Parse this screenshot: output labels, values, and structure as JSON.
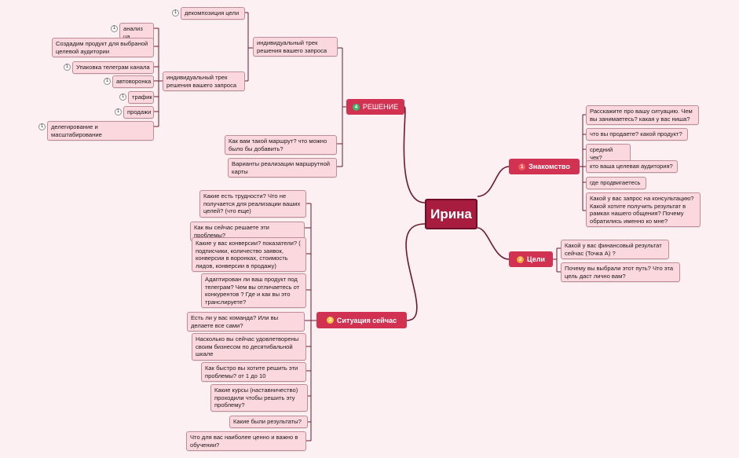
{
  "root": {
    "label": "Ирина"
  },
  "colors": {
    "line": "#6b1a2c",
    "root_fill": "#a71c3f",
    "topic_fill": "#d13252",
    "node_fill": "#fbd7de",
    "background": "#fcf0f3"
  },
  "topics": {
    "acquaintance": {
      "label": "Знакомство",
      "badge": "1",
      "badge_color": "#f25a5a",
      "badge_icon": "number-circle-icon"
    },
    "goals": {
      "label": "Цели",
      "badge": "2",
      "badge_color": "#f6a33a",
      "badge_icon": "number-circle-icon"
    },
    "situation": {
      "label": "Ситуация сейчас",
      "badge": "3",
      "badge_color": "#f5c242",
      "badge_icon": "number-circle-icon"
    },
    "solution": {
      "label": "РЕШЕНИЕ",
      "badge": "4",
      "badge_color": "#3ab56a",
      "badge_icon": "number-circle-icon"
    }
  },
  "acquaintance_items": [
    "Расскажите про вашу ситуацию. Чем вы занимаетесь? какая у вас ниша?",
    "что вы продаете? какой продукт?",
    "средний чек?",
    "кто ваша целевая аудитория?",
    "где продвигаетесь",
    "Какой у вас запрос на консультацию? Какой хотите получить результат в рамках нашего общения? Почему обратились именно ко мне?"
  ],
  "goals_items": [
    "Какой у вас финансовый результат сейчас (Точка А) ?",
    "Почему вы выбрали этот путь? Что эта цель даст лично вам?"
  ],
  "situation_items": [
    "Какие есть трудности? Что не получается для реализации ваших целей? (что еще)",
    "Как вы сейчас решаете эти проблемы?",
    "Какие у вас конверсии? показатели? ( подписчики, количество заявок, конверсии в воронках, стоимость лидов, конверсии в продажу)",
    "Адаптирован ли ваш продукт под телеграм? Чем вы отличаетесь от конкурентов ? Где и как вы это транслируете?",
    "Есть ли у вас команда? Или вы делаете все сами?",
    "Насколько вы сейчас удовлетворены своим бизнесом по десятибальной шкале",
    "Как быстро вы хотите решить эти проблемы? от 1 до 10",
    "Какие курсы (наставничество) проходили чтобы решить эту проблему?",
    "Какие были результаты?",
    "Что для вас наиболее ценно и важно в обучении?"
  ],
  "solution_items": {
    "track_top": "индивидуальный трек решения вашего запроса",
    "track_top_child": "декомпозиция цели",
    "track_mid": "индивидуальный трек решения вашего запроса",
    "track_mid_children": [
      "анализ ца",
      "Создадим продукт для выбраной целевой аудитории",
      "Упаковка телеграм канала",
      "автоворонка",
      "трафик",
      "продажи",
      "делегирование и масштабирование"
    ],
    "route_question": "Как вам такой маршрут? что можно было бы добавить?",
    "route_variants": "Варианты реализации маршрутной карты"
  },
  "fold_marker": "1"
}
